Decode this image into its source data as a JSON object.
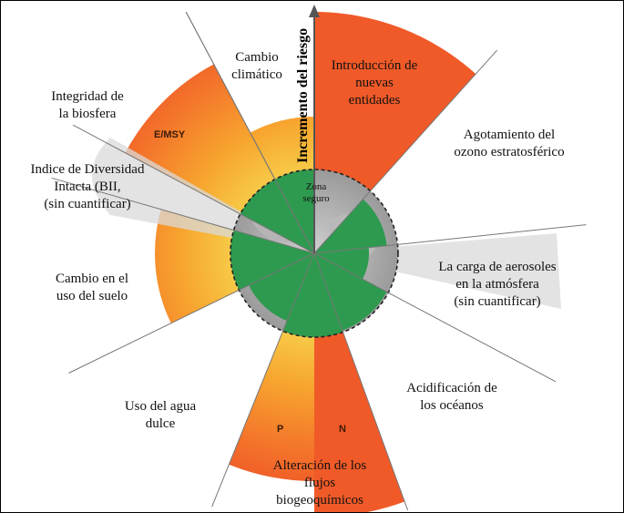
{
  "labels": {
    "climate": "Cambio\nclimático",
    "novel_entities": "Introducción de\nnuevas\nentidades",
    "ozone": "Agotamiento del\nozono estratosférico",
    "aerosols": "La carga de aerosoles\nen la atmósfera\n(sin cuantificar)",
    "ocean": "Acidificación de\nlos océanos",
    "biogeochemical": "Alteración de los\nflujos\nbiogeoquímicos",
    "freshwater": "Uso del agua\ndulce",
    "land_use": "Cambio en el\nuso del suelo",
    "bii": "Indice de Diversidad\nIntacta (BII,\n(sin cuantificar)",
    "biosphere": "Integridad de\nla biosfera"
  },
  "risk_axis_label": "Incremento del riesgo",
  "safe_zone_label": "Zona\nseguro",
  "tags": {
    "emsy": "E/MSY",
    "p": "P",
    "n": "N"
  },
  "colors": {
    "risk_red": "#f2562b",
    "risk_orange": "#f79a2e",
    "risk_yellow": "#f7c84a",
    "safe_green": "#2e9a4f",
    "grey_band": "#dcdcdc",
    "line": "#777777"
  }
}
